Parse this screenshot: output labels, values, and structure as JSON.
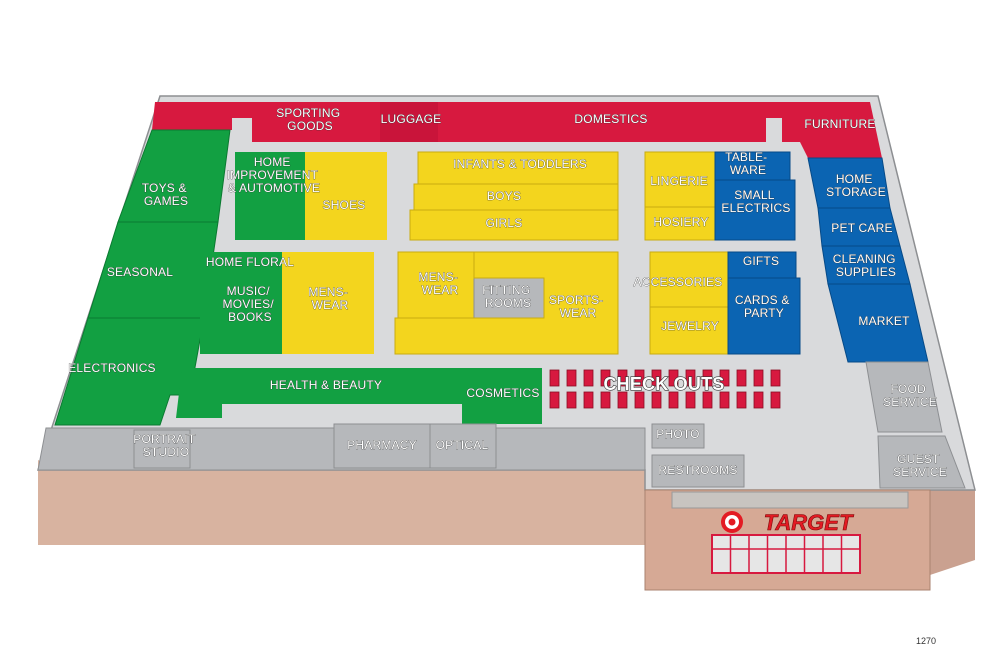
{
  "store_brand": "TARGET",
  "map_code": "1270",
  "colors": {
    "red": "#d7193f",
    "green": "#12a042",
    "yellow": "#f3d51e",
    "blue": "#0b64b2",
    "gray": "#b6b8bb",
    "floor": "#d9dadc",
    "wall": "#d8b3a0"
  },
  "departments": {
    "sporting_goods": [
      "SPORTING",
      "GOODS"
    ],
    "luggage": "LUGGAGE",
    "domestics": "DOMESTICS",
    "furniture": "FURNITURE",
    "toys_games": [
      "TOYS &",
      "GAMES"
    ],
    "seasonal": "SEASONAL",
    "electronics": "ELECTRONICS",
    "home_improvement": [
      "HOME",
      "IMPROVEMENT",
      "& AUTOMOTIVE"
    ],
    "shoes": "SHOES",
    "infants_toddlers": "INFANTS & TODDLERS",
    "boys": "BOYS",
    "girls": "GIRLS",
    "lingerie": "LINGERIE",
    "hosiery": "HOSIERY",
    "tableware": [
      "TABLE-",
      "WARE"
    ],
    "small_electrics": [
      "SMALL",
      "ELECTRICS"
    ],
    "home_storage": [
      "HOME",
      "STORAGE"
    ],
    "pet_care": "PET CARE",
    "cleaning_supplies": [
      "CLEANING",
      "SUPPLIES"
    ],
    "market": "MARKET",
    "home_floral": "HOME FLORAL",
    "music_movies_books": [
      "MUSIC/",
      "MOVIES/",
      "BOOKS"
    ],
    "menswear_left": [
      "MENS-",
      "WEAR"
    ],
    "menswear_center": [
      "MENS-",
      "WEAR"
    ],
    "fitting_rooms": [
      "FITTING",
      "ROOMS"
    ],
    "sportswear": [
      "SPORTS-",
      "WEAR"
    ],
    "accessories": "ACCESSORIES",
    "jewelry": "JEWELRY",
    "gifts": "GIFTS",
    "cards_party": [
      "CARDS &",
      "PARTY"
    ],
    "health_beauty": "HEALTH & BEAUTY",
    "cosmetics": "COSMETICS",
    "check_outs": "CHECK OUTS",
    "food_service": [
      "FOOD",
      "SERVICE"
    ],
    "portrait_studio": [
      "PORTRAIT",
      "STUDIO"
    ],
    "pharmacy": "PHARMACY",
    "optical": "OPTICAL",
    "photo": "PHOTO",
    "restrooms": "RESTROOMS",
    "guest_service": [
      "GUEST",
      "SERVICE"
    ]
  }
}
